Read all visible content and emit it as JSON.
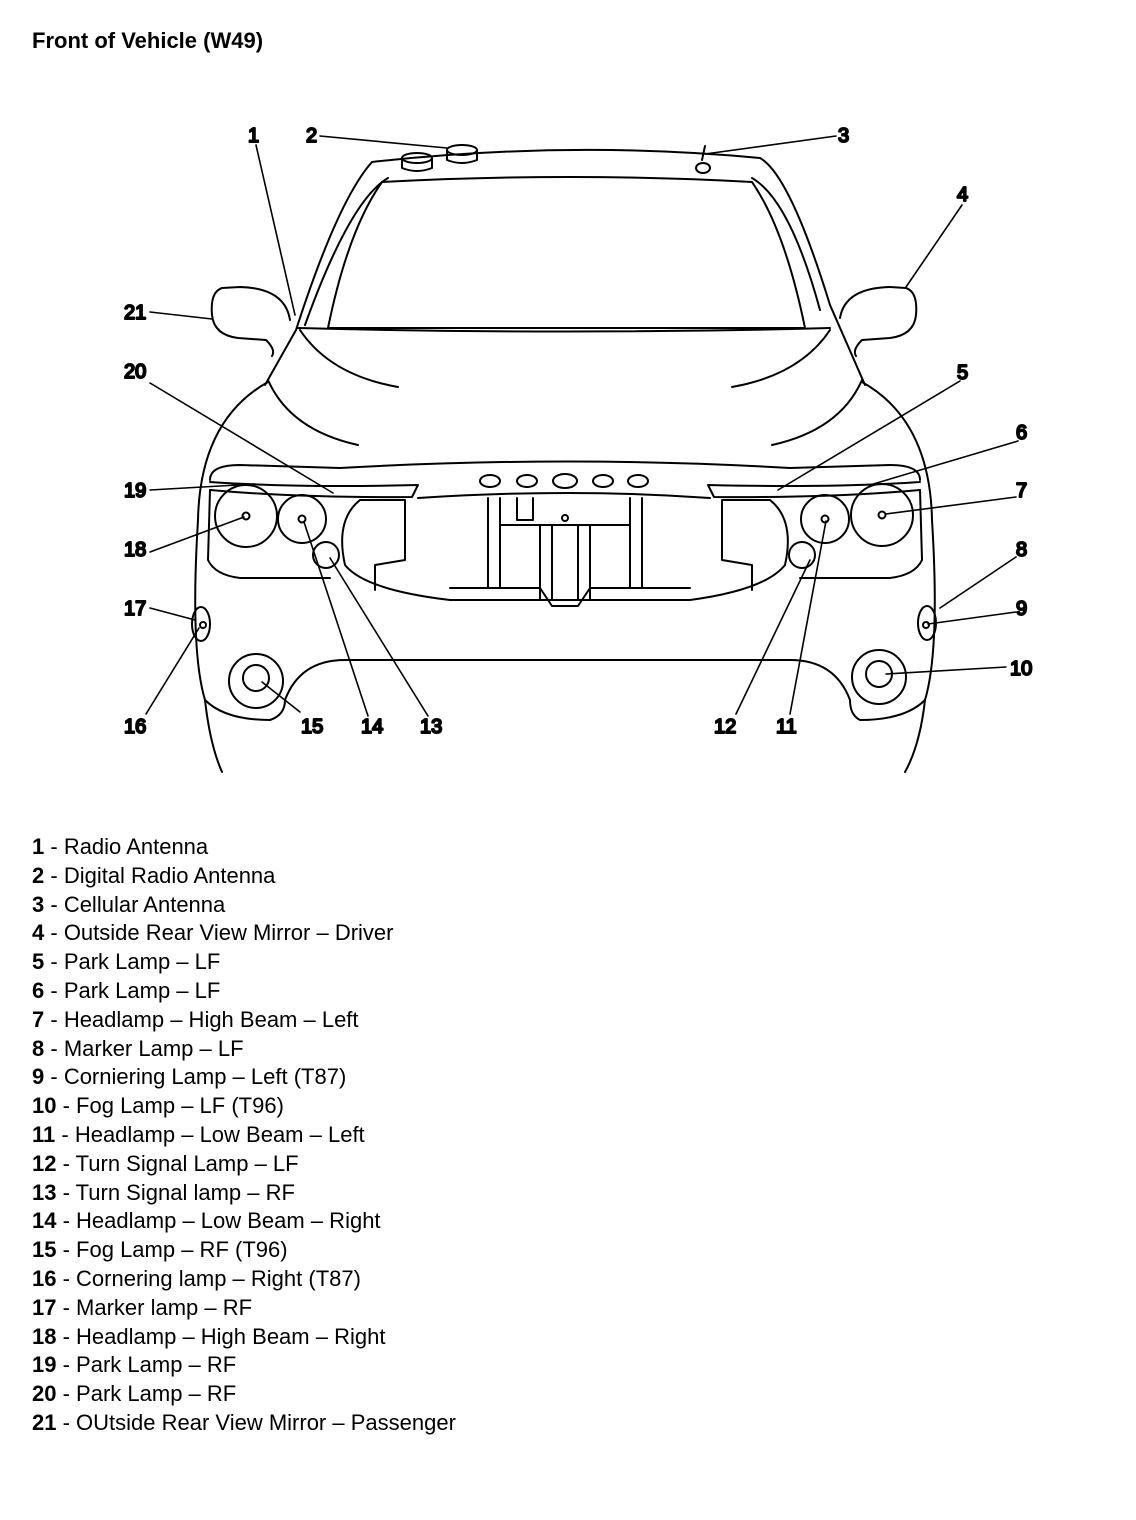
{
  "title": "Front of Vehicle (W49)",
  "callouts": [
    "1",
    "2",
    "3",
    "4",
    "5",
    "6",
    "7",
    "8",
    "9",
    "10",
    "11",
    "12",
    "13",
    "14",
    "15",
    "16",
    "17",
    "18",
    "19",
    "20",
    "21"
  ],
  "legend": [
    {
      "num": "1",
      "sep": " - ",
      "label": "Radio Antenna"
    },
    {
      "num": "2",
      "sep": " - ",
      "label": "Digital Radio Antenna"
    },
    {
      "num": "3",
      "sep": " - ",
      "label": "Cellular Antenna"
    },
    {
      "num": "4",
      "sep": " - ",
      "label": "Outside Rear View Mirror – Driver"
    },
    {
      "num": "5",
      "sep": " - ",
      "label": "Park Lamp – LF"
    },
    {
      "num": "6",
      "sep": " - ",
      "label": "Park Lamp – LF"
    },
    {
      "num": "7",
      "sep": " - ",
      "label": "Headlamp – High Beam – Left"
    },
    {
      "num": "8",
      "sep": " - ",
      "label": "Marker Lamp – LF"
    },
    {
      "num": "9",
      "sep": " - ",
      "label": "Corniering Lamp – Left (T87)"
    },
    {
      "num": "10",
      "sep": " - ",
      "label": "Fog Lamp – LF (T96)"
    },
    {
      "num": "11",
      "sep": " - ",
      "label": "Headlamp – Low Beam – Left"
    },
    {
      "num": "12",
      "sep": " - ",
      "label": "Turn Signal Lamp – LF"
    },
    {
      "num": "13",
      "sep": " - ",
      "label": "Turn Signal lamp – RF"
    },
    {
      "num": "14",
      "sep": " - ",
      "label": "Headlamp – Low Beam – Right"
    },
    {
      "num": "15",
      "sep": " - ",
      "label": "Fog Lamp – RF (T96)"
    },
    {
      "num": "16",
      "sep": " - ",
      "label": "Cornering lamp – Right (T87)"
    },
    {
      "num": "17",
      "sep": " - ",
      "label": "Marker lamp – RF"
    },
    {
      "num": "18",
      "sep": " - ",
      "label": "Headlamp – High Beam – Right"
    },
    {
      "num": "19",
      "sep": " - ",
      "label": "Park Lamp – RF"
    },
    {
      "num": "20",
      "sep": " - ",
      "label": "Park Lamp – RF"
    },
    {
      "num": "21",
      "sep": " - ",
      "label": "OUtside Rear View Mirror – Passenger"
    }
  ]
}
